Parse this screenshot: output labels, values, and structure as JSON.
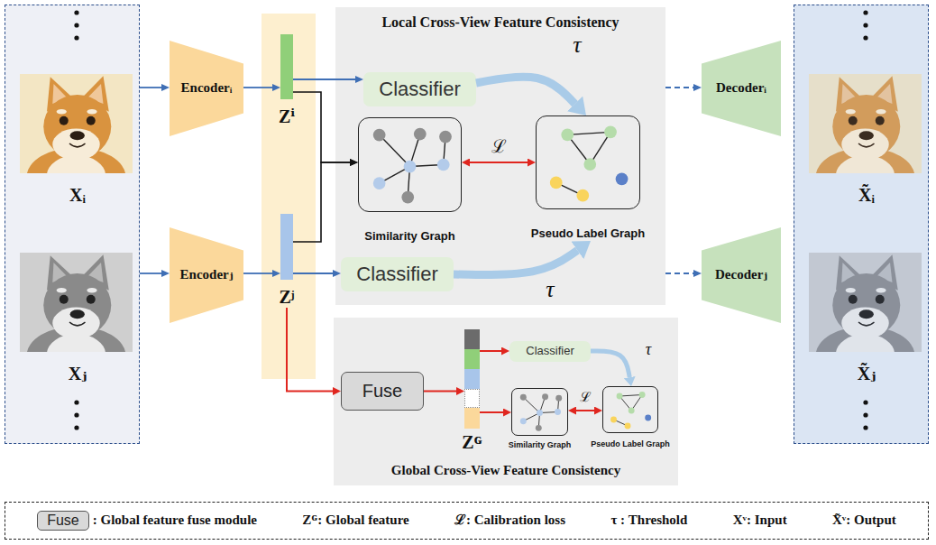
{
  "diagram": {
    "nodes": [
      {
        "text": [
          "Xᵢ",
          "Xⱼ"
        ]
      },
      {
        "text": [
          "Encoderᵢ"
        ]
      },
      {
        "text": [
          "Encoderⱼ"
        ]
      },
      {
        "text": [
          "Zⁱ"
        ]
      },
      {
        "text": [
          "Zʲ"
        ]
      },
      {
        "text": [
          "Local Cross-View Feature Consistency"
        ]
      },
      {
        "text": [
          "Classifier"
        ],
        "in": 5
      },
      {
        "text": [
          "Similarity Graph"
        ],
        "in": 5
      },
      {
        "text": [
          "Pseudo Label Graph"
        ],
        "in": 5
      },
      {
        "text": [
          "Classifier"
        ],
        "in": 5
      },
      {
        "text": [
          "Decoderᵢ"
        ]
      },
      {
        "text": [
          "Decoderⱼ"
        ]
      },
      {
        "text": [
          "X̃ᵢ",
          "X̃ⱼ"
        ]
      },
      {
        "text": [
          "Global Cross-View Feature Consistency"
        ]
      },
      {
        "text": [
          "Fuse"
        ],
        "in": 13
      },
      {
        "text": [
          "Zᴳ"
        ],
        "in": 13
      },
      {
        "text": [
          "Classifier"
        ],
        "in": 13
      },
      {
        "text": [
          "Similarity Graph"
        ],
        "in": 13
      },
      {
        "text": [
          "Pseudo Label Graph"
        ],
        "in": 13
      }
    ],
    "edges": [
      {
        "from": 0,
        "to": 1,
        "arrow": "to"
      },
      {
        "from": 0,
        "to": 2,
        "arrow": "to"
      },
      {
        "from": 1,
        "to": 3,
        "arrow": "to"
      },
      {
        "from": 2,
        "to": 4,
        "arrow": "to"
      },
      {
        "from": 3,
        "to": 6,
        "arrow": "to"
      },
      {
        "from": 3,
        "to": 7,
        "arrow": "to"
      },
      {
        "from": 4,
        "to": 7,
        "arrow": "to"
      },
      {
        "from": 4,
        "to": 9,
        "arrow": "to"
      },
      {
        "from": 6,
        "to": 8,
        "label": "τ",
        "arrow": "to"
      },
      {
        "from": 9,
        "to": 8,
        "label": "τ",
        "arrow": "to"
      },
      {
        "from": 7,
        "to": 8,
        "label": "ℒ",
        "arrow": "both"
      },
      {
        "from": 5,
        "to": 10,
        "arrow": "to"
      },
      {
        "from": 5,
        "to": 11,
        "arrow": "to"
      },
      {
        "from": 4,
        "to": 14,
        "arrow": "to"
      },
      {
        "from": 14,
        "to": 15,
        "arrow": "to"
      },
      {
        "from": 15,
        "to": 16,
        "arrow": "to"
      },
      {
        "from": 15,
        "to": 17,
        "arrow": "to"
      },
      {
        "from": 16,
        "to": 18,
        "label": "τ",
        "arrow": "to"
      },
      {
        "from": 17,
        "to": 18,
        "label": "ℒ",
        "arrow": "both"
      }
    ],
    "labels": [
      "Fuse"
    ],
    "legend": [
      {
        "text": ": Global feature fuse module",
        "color": "#d9d9d9"
      },
      {
        "text": "Zᴳ: Global feature"
      },
      {
        "text": "ℒ: Calibration loss"
      },
      {
        "text": "τ : Threshold"
      },
      {
        "text": "Xᵛ: Input"
      },
      {
        "text": "X̃ᵛ: Output"
      }
    ]
  }
}
